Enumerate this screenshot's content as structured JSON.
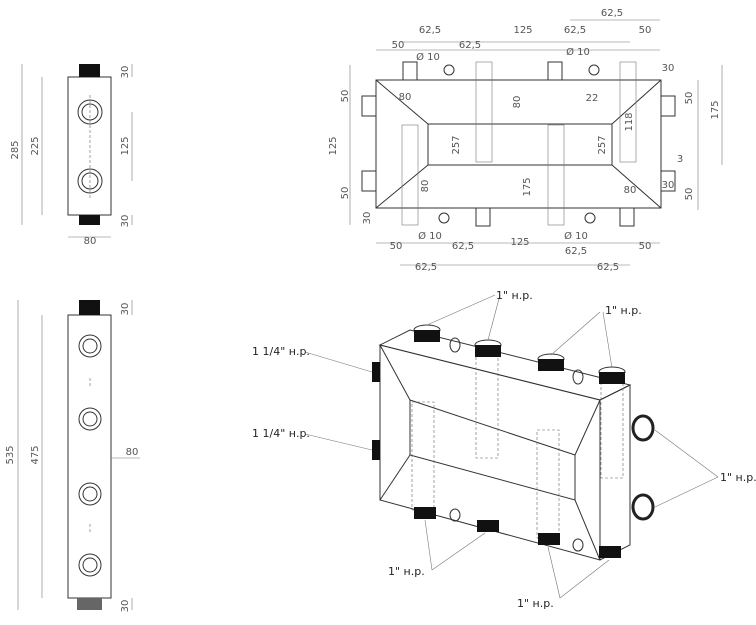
{
  "views": {
    "side_small": {
      "height_total": "285",
      "height_inner": "225",
      "spacing": "125",
      "top": "30",
      "bottom": "30",
      "width": "80"
    },
    "side_large": {
      "height_total": "535",
      "height_inner": "475",
      "top": "30",
      "bottom": "30",
      "width": "80"
    },
    "top_view": {
      "dims_top": [
        "62,5",
        "50",
        "62,5",
        "125",
        "62,5",
        "50",
        "62,5"
      ],
      "dims_bottom": [
        "50",
        "62,5",
        "125",
        "62,5",
        "50"
      ],
      "dims_bottom2": [
        "62,5",
        "62,5"
      ],
      "dia_labels": [
        "Ø 10",
        "Ø 10",
        "Ø 10",
        "Ø 10"
      ],
      "left": [
        "50",
        "125",
        "50",
        "30"
      ],
      "right": [
        "50",
        "50",
        "175"
      ],
      "inner": [
        "80",
        "80",
        "257",
        "80",
        "175",
        "257",
        "30",
        "22",
        "118",
        "80",
        "30",
        "3"
      ]
    },
    "iso": {
      "labels": [
        "1\" н.р.",
        "1\" н.р.",
        "1 1/4\" н.р.",
        "1 1/4\" н.р.",
        "1\" н.р.",
        "1\" н.р.",
        "1\" н.р."
      ]
    }
  }
}
